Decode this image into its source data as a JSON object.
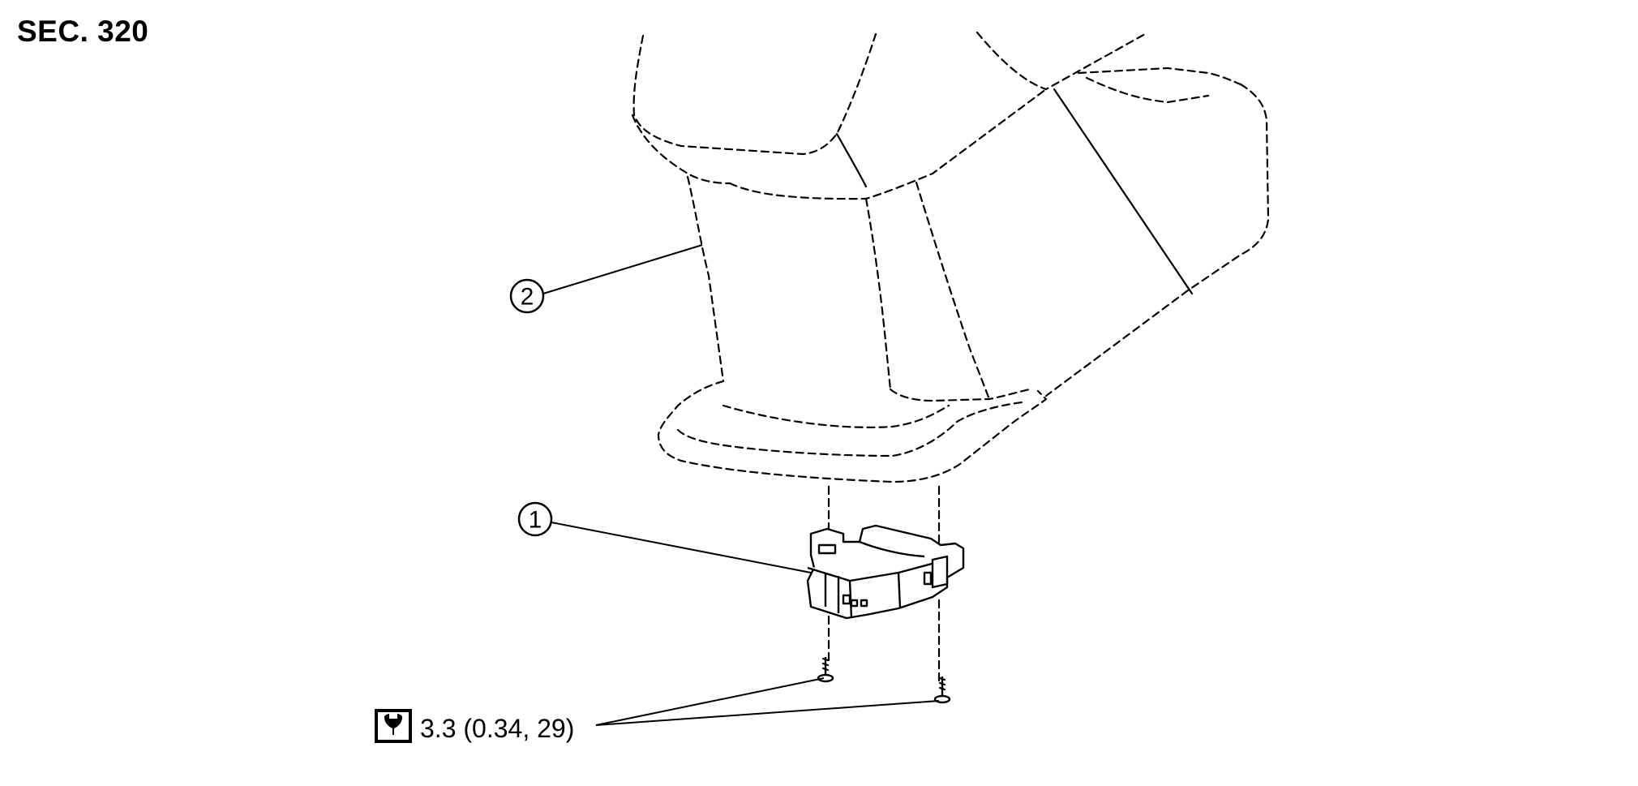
{
  "section_code": "SEC. 320",
  "callouts": [
    {
      "id": "1",
      "label": "1"
    },
    {
      "id": "2",
      "label": "2"
    }
  ],
  "torque_spec": {
    "icon": "torque-wrench-icon",
    "value": "3.3 (0.34, 29)"
  }
}
